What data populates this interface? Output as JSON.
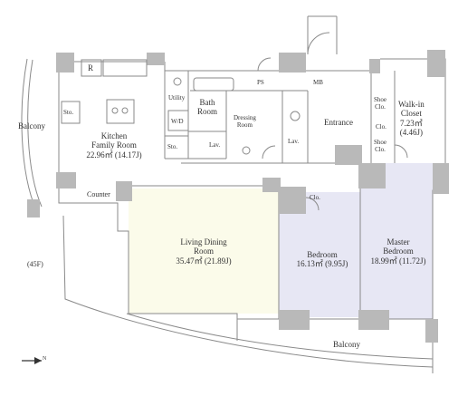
{
  "colors": {
    "wall": "#b9b9b9",
    "line": "#8a8a8a",
    "living_fill": "#fbfbea",
    "bedroom_fill": "#e7e7f4",
    "text": "#333333"
  },
  "floor_label": "(45F)",
  "compass_icon": "north-arrow-icon",
  "compass_letter": "N",
  "rooms": {
    "balcony_left": "Balcony",
    "refrigerator": "R",
    "storage_kitchen": "Sto.",
    "kitchen": {
      "name1": "Kitchen",
      "name2": "Family Room",
      "area": "22.96㎡ (14.17J)"
    },
    "counter": "Counter",
    "utility": "Utility",
    "washer_dryer": "W/D",
    "storage_utility": "Sto.",
    "bath": {
      "name1": "Bath",
      "name2": "Room"
    },
    "lav_utility": "Lav.",
    "dressing": {
      "name1": "Dressing",
      "name2": "Room"
    },
    "lav_toilet": "Lav.",
    "ps": "PS",
    "mb": "MB",
    "entrance": "Entrance",
    "shoe_closet_upper": {
      "name1": "Shoe",
      "name2": "Clo."
    },
    "closet_middle": "Clo.",
    "shoe_closet_lower": {
      "name1": "Shoe",
      "name2": "Clo."
    },
    "walk_in_closet": {
      "name1": "Walk-in",
      "name2": "Closet",
      "area1": "7.23㎡",
      "area2": "(4.46J)"
    },
    "closet_bedroom": "Clo.",
    "living": {
      "name1": "Living Dining",
      "name2": "Room",
      "area": "35.47㎡ (21.89J)"
    },
    "bedroom": {
      "name": "Bedroom",
      "area": "16.13㎡ (9.95J)"
    },
    "master_bedroom": {
      "name1": "Master",
      "name2": "Bedroom",
      "area": "18.99㎡ (11.72J)"
    },
    "balcony_bottom": "Balcony"
  }
}
